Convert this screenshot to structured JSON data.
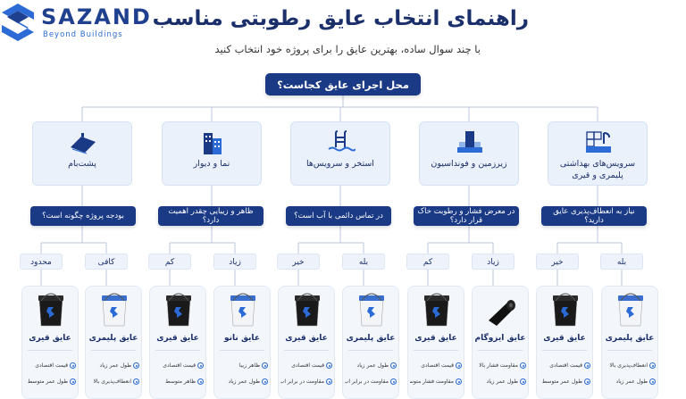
{
  "logo": {
    "name": "SAZAND",
    "tagline": "Beyond Buildings"
  },
  "title": "راهنمای انتخاب عایق رطوبتی مناسب",
  "subtitle": "با چند سوال ساده، بهترین عایق را برای پروژه خود انتخاب کنید",
  "root_question": "محل اجرای عایق کجاست؟",
  "colors": {
    "navy": "#1b3a86",
    "light": "#eaf1fb",
    "accent": "#2c6bd6"
  },
  "categories": [
    {
      "label": "پشت‌بام",
      "icon": "roof-icon",
      "question": "بودجه پروژه چگونه است؟",
      "answers": [
        "محدود",
        "کافی"
      ]
    },
    {
      "label": "نما و دیوار",
      "icon": "building-icon",
      "question": "ظاهر و زیبایی چقدر اهمیت دارد؟",
      "answers": [
        "کم",
        "زیاد"
      ]
    },
    {
      "label": "استخر و سرویس‌ها",
      "icon": "pool-icon",
      "question": "در تماس دائمی با آب است؟",
      "answers": [
        "خیر",
        "بله"
      ]
    },
    {
      "label": "زیرزمین و فونداسیون",
      "icon": "foundation-icon",
      "question": "در معرض فشار و رطوبت خاک قرار دارد؟",
      "answers": [
        "کم",
        "زیاد"
      ]
    },
    {
      "label": "سرویس‌های بهداشتی\nپلیمری و قیری",
      "icon": "bathroom-icon",
      "question": "نیاز به انعطاف‌پذیری عایق دارید؟",
      "answers": [
        "خیر",
        "بله"
      ]
    }
  ],
  "products": [
    {
      "name": "عایق قیری",
      "type": "black",
      "f1": "قیمت اقتصادی",
      "f2": "طول عمر متوسط",
      "f3": ""
    },
    {
      "name": "عایق پلیمری",
      "type": "white",
      "f1": "طول عمر زیاد",
      "f2": "انعطاف‌پذیری بالا",
      "f3": ""
    },
    {
      "name": "عایق قیری",
      "type": "black",
      "f1": "قیمت اقتصادی",
      "f2": "ظاهر متوسط",
      "f3": ""
    },
    {
      "name": "عایق نانو",
      "type": "white",
      "f1": "ظاهر زیبا",
      "f2": "طول عمر زیاد",
      "f3": ""
    },
    {
      "name": "عایق قیری",
      "type": "black",
      "f1": "قیمت اقتصادی",
      "f2": "مقاومت در برابر آب",
      "f3": ""
    },
    {
      "name": "عایق پلیمری",
      "type": "white",
      "f1": "طول عمر زیاد",
      "f2": "مقاومت در برابر آب",
      "f3": ""
    },
    {
      "name": "عایق قیری",
      "type": "black",
      "f1": "قیمت اقتصادی",
      "f2": "مقاومت فشار متوسط",
      "f3": ""
    },
    {
      "name": "عایق ایزوگام",
      "type": "roll",
      "f1": "مقاومت فشار بالا",
      "f2": "طول عمر زیاد",
      "f3": ""
    },
    {
      "name": "عایق قیری",
      "type": "black",
      "f1": "قیمت اقتصادی",
      "f2": "طول عمر متوسط",
      "f3": ""
    },
    {
      "name": "عایق پلیمری",
      "type": "white",
      "f1": "انعطاف‌پذیری بالا",
      "f2": "طول عمر زیاد",
      "f3": ""
    }
  ]
}
